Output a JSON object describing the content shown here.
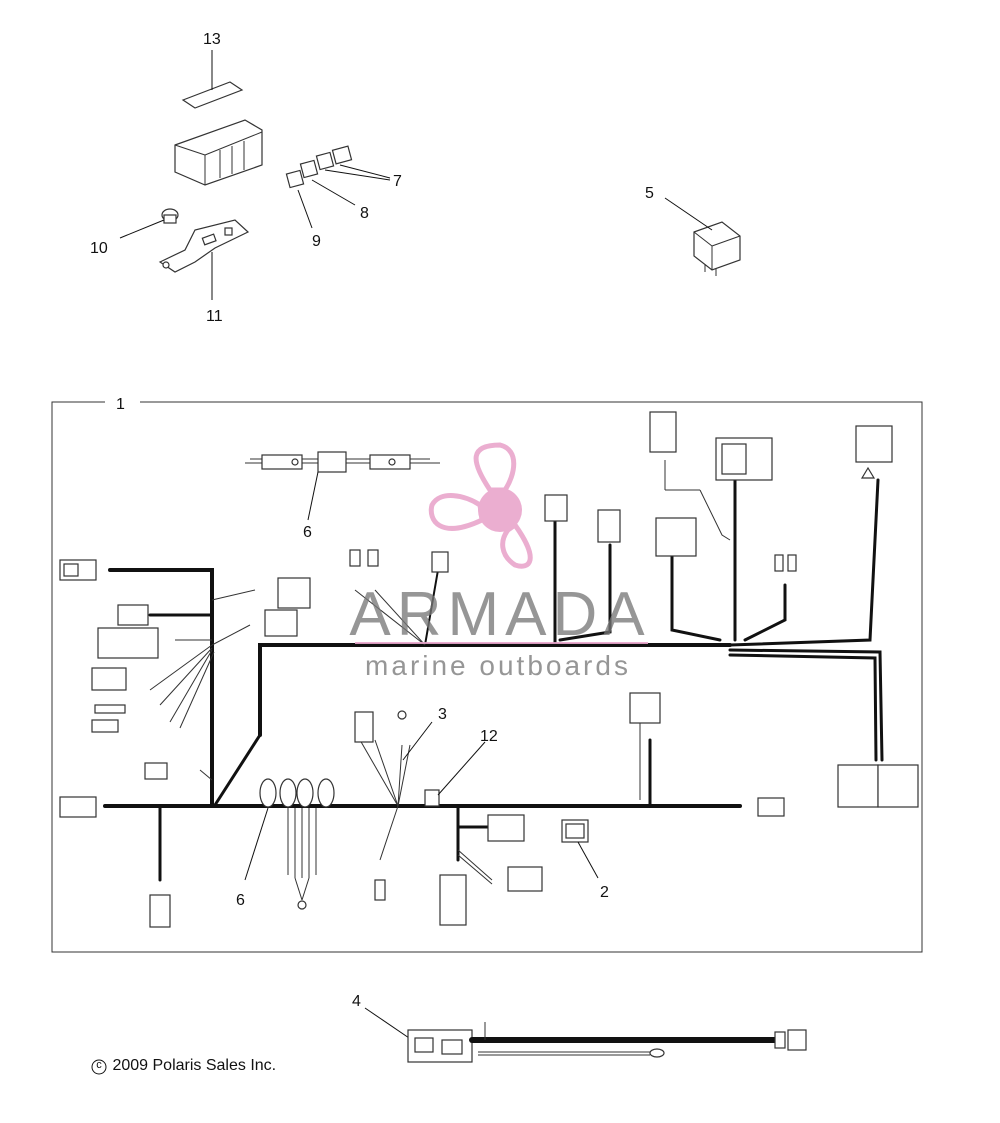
{
  "callouts": {
    "c1": "1",
    "c2": "2",
    "c3": "3",
    "c4": "4",
    "c5": "5",
    "c6a": "6",
    "c6b": "6",
    "c7": "7",
    "c8": "8",
    "c9": "9",
    "c10": "10",
    "c11": "11",
    "c12": "12",
    "c13": "13"
  },
  "watermark": {
    "brand": "ARMADA",
    "tagline": "marine outboards",
    "color": "#e9a6cc"
  },
  "footer": {
    "copyright_symbol": "c",
    "copyright_text": "2009 Polaris Sales Inc."
  }
}
